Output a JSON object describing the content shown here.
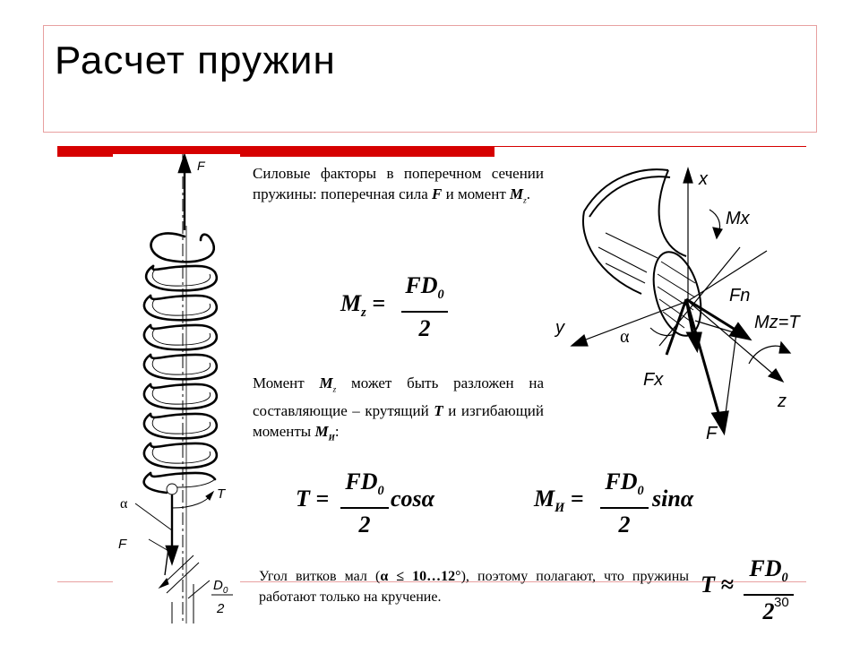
{
  "title": "Расчет пружин",
  "paragraph1": {
    "text1": "Силовые факторы в поперечном сечении пружины: поперечная сила ",
    "F": "F",
    "text2": " и момент ",
    "M": "M",
    "z": "z",
    "text3": "."
  },
  "formula_mz": {
    "left": "M",
    "sub": "z",
    "eq": "=",
    "num": "FD",
    "num_sub": "0",
    "den": "2"
  },
  "paragraph2": {
    "text1": "Момент ",
    "M": "M",
    "z": "z",
    "text2": " может быть разложен на составляющие – крутящий ",
    "T": "T",
    "text3": " и изгибающий моменты ",
    "MI": "M",
    "MI_sub": "И",
    "text4": ":"
  },
  "formula_t": {
    "left": "T",
    "eq": "=",
    "num": "FD",
    "num_sub": "0",
    "den": "2",
    "tail": "cosα"
  },
  "formula_mi": {
    "left": "M",
    "sub": "И",
    "eq": "=",
    "num": "FD",
    "num_sub": "0",
    "den": "2",
    "tail": "sinα"
  },
  "paragraph3": {
    "text1": "Угол витков мал (",
    "alpha_range": "α ≤ 10…12°",
    "text2": "), поэтому полагают, что пружины работают только на кручение."
  },
  "formula_approx": {
    "left": "T",
    "approx": "≈",
    "num": "FD",
    "num_sub": "0",
    "den": "2"
  },
  "spring_labels": {
    "F_top": "F",
    "alpha": "α",
    "F_bottom": "F",
    "T": "T",
    "D0": "D",
    "D0_sub": "0",
    "two": "2"
  },
  "section_labels": {
    "x": "x",
    "Mx": "Mx",
    "Fn": "Fn",
    "Mz_T": "Mz=T",
    "y": "y",
    "alpha": "α",
    "Fx": "Fx",
    "z": "z",
    "F": "F"
  },
  "slide_number": "30",
  "colors": {
    "accent": "#d60000",
    "frame": "#e8a0a0"
  }
}
